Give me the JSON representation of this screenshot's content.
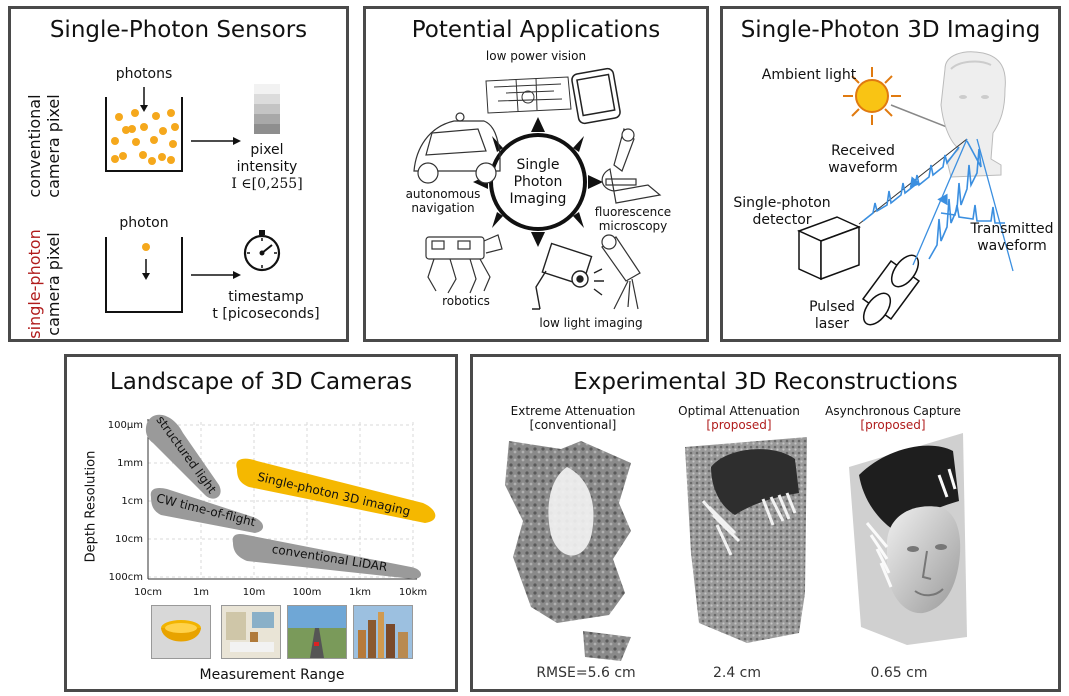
{
  "panels": {
    "sensors": {
      "title": "Single-Photon Sensors",
      "conventional_line1": "conventional",
      "conventional_line2": "camera pixel",
      "single_line1": "single-photon",
      "single_line2": "camera pixel",
      "photons_label": "photons",
      "photon_label": "photon",
      "pixel_intensity_line1": "pixel",
      "pixel_intensity_line2": "intensity",
      "intensity_range": "I ∈[0,255]",
      "timestamp_line1": "timestamp",
      "timestamp_line2": "t [picoseconds]"
    },
    "applications": {
      "title": "Potential Applications",
      "center_line1": "Single",
      "center_line2": "Photon",
      "center_line3": "Imaging",
      "low_power_vision": "low power vision",
      "autonomous_line1": "autonomous",
      "autonomous_line2": "navigation",
      "fluorescence_line1": "fluorescence",
      "fluorescence_line2": "microscopy",
      "robotics": "robotics",
      "low_light_imaging": "low light imaging"
    },
    "imaging3d": {
      "title": "Single-Photon 3D Imaging",
      "ambient_light": "Ambient light",
      "received_line1": "Received",
      "received_line2": "waveform",
      "detector_line1": "Single-photon",
      "detector_line2": "detector",
      "transmitted_line1": "Transmitted",
      "transmitted_line2": "waveform",
      "laser_line1": "Pulsed",
      "laser_line2": "laser"
    },
    "landscape": {
      "title": "Landscape of 3D Cameras",
      "ylabel": "Depth Resolution",
      "xlabel": "Measurement Range",
      "y_ticks": [
        "100μm",
        "1mm",
        "1cm",
        "10cm",
        "100cm"
      ],
      "x_ticks": [
        "10cm",
        "1m",
        "10m",
        "100m",
        "1km",
        "10km"
      ],
      "regions": [
        "structured light",
        "Single-photon 3D imaging",
        "CW time-of-flight",
        "conventional LiDAR"
      ]
    },
    "reconstructions": {
      "title": "Experimental 3D Reconstructions",
      "col1_line1": "Extreme Attenuation",
      "col1_line2": "[conventional]",
      "col2_line1": "Optimal Attenuation",
      "col2_line2": "[proposed]",
      "col3_line1": "Asynchronous Capture",
      "col3_line2": "[proposed]",
      "rmse1": "RMSE=5.6 cm",
      "rmse2": "2.4 cm",
      "rmse3": "0.65 cm"
    }
  },
  "colors": {
    "border": "#4a4a4a",
    "photon_orange": "#f5a81c",
    "accent_red": "#b01c1c",
    "waveform_blue": "#3b8fe0",
    "region_gray": "#9a9a9a",
    "region_yellow": "#f5b800"
  }
}
